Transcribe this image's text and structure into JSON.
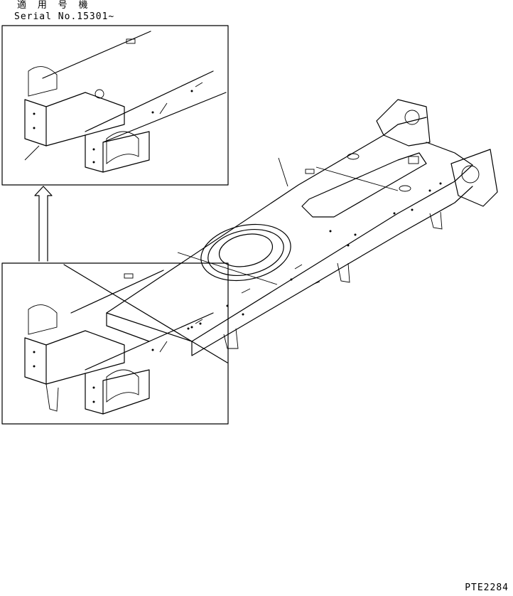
{
  "header": {
    "applicable_label": "適 用 号 機",
    "serial_label": "Serial No.15301~"
  },
  "figure_code": "PTE2284"
}
